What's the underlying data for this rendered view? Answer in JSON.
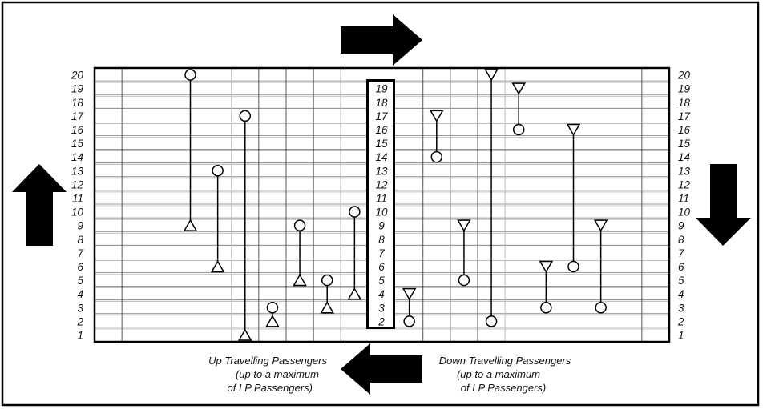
{
  "floors": [
    "1",
    "2",
    "3",
    "4",
    "5",
    "6",
    "7",
    "8",
    "9",
    "10",
    "11",
    "12",
    "13",
    "14",
    "15",
    "16",
    "17",
    "18",
    "19",
    "20"
  ],
  "center_floors": [
    "2",
    "3",
    "4",
    "5",
    "6",
    "7",
    "8",
    "9",
    "10",
    "11",
    "12",
    "13",
    "14",
    "15",
    "16",
    "17",
    "18",
    "19"
  ],
  "up_passengers": [
    {
      "circle_floor": 20,
      "triangle_floor": 9
    },
    {
      "circle_floor": 13,
      "triangle_floor": 6
    },
    {
      "circle_floor": 17,
      "triangle_floor": 1
    },
    {
      "circle_floor": 3,
      "triangle_floor": 2
    },
    {
      "circle_floor": 9,
      "triangle_floor": 5
    },
    {
      "circle_floor": 5,
      "triangle_floor": 3
    },
    {
      "circle_floor": 10,
      "triangle_floor": 4
    }
  ],
  "down_passengers": [
    {
      "triangle_floor": 4,
      "circle_floor": 2
    },
    {
      "triangle_floor": 17,
      "circle_floor": 14
    },
    {
      "triangle_floor": 9,
      "circle_floor": 5
    },
    {
      "triangle_floor": 20,
      "circle_floor": 2
    },
    {
      "triangle_floor": 19,
      "circle_floor": 16
    },
    {
      "triangle_floor": 6,
      "circle_floor": 3
    },
    {
      "triangle_floor": 16,
      "circle_floor": 6
    },
    {
      "triangle_floor": 9,
      "circle_floor": 3
    }
  ],
  "captions": {
    "up": [
      "Up Travelling Passengers",
      "(up to a maximum",
      "of LP Passengers)"
    ],
    "down": [
      "Down Travelling Passengers",
      "(up to a maximum",
      "of LP Passengers)"
    ]
  },
  "arrows": {
    "top": "arrow-right",
    "left": "arrow-up",
    "right": "arrow-down",
    "bottom": "arrow-left"
  }
}
